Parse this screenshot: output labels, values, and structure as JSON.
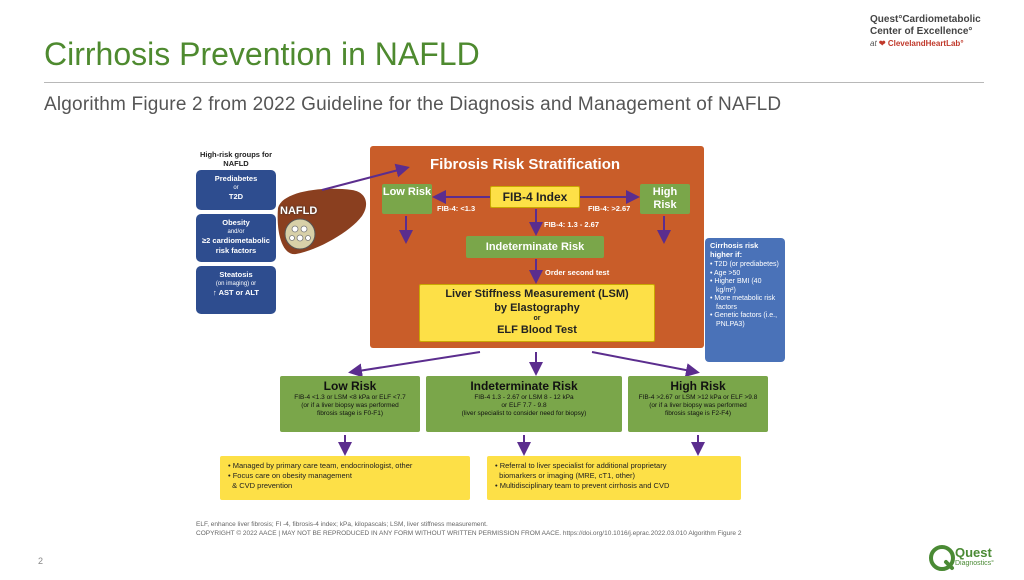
{
  "slide": {
    "title": "Cirrhosis Prevention in NAFLD",
    "subtitle": "Algorithm Figure 2 from 2022 Guideline for the Diagnosis and Management of NAFLD",
    "page_number": "2"
  },
  "brand": {
    "line1": "Quest°Cardiometabolic",
    "line2": "Center of Excellence°",
    "line3_prefix": "at",
    "line3_name": "ClevelandHeartLab°",
    "footer_logo": "Quest",
    "footer_sub": "Diagnostics°"
  },
  "high_risk_groups": {
    "title": "High-risk groups for NAFLD",
    "items": [
      {
        "main": "Prediabetes",
        "sub": "or",
        "main2": "T2D"
      },
      {
        "main": "Obesity",
        "sub": "and/or",
        "main2": "≥2 cardiometabolic risk factors"
      },
      {
        "main": "Steatosis",
        "sub": "(on imaging) or",
        "main2": "↑ AST or ALT"
      }
    ]
  },
  "nafld_label": "NAFLD",
  "stratification": {
    "title": "Fibrosis Risk Stratification",
    "low": "Low Risk",
    "high": "High Risk",
    "fib4": "FIB-4 Index",
    "low_threshold": "FIB-4: <1.3",
    "high_threshold": "FIB-4: >2.67",
    "mid_threshold": "FIB-4: 1.3 - 2.67",
    "indeterminate": "Indeterminate Risk",
    "order_second": "Order second test",
    "lsm_line1": "Liver Stiffness Measurement (LSM)",
    "lsm_line2": "by Elastography",
    "lsm_or": "or",
    "lsm_line3": "ELF Blood Test"
  },
  "cirrhosis_risk": {
    "title": "Cirrhosis risk higher if:",
    "items": [
      "• T2D (or prediabetes)",
      "• Age >50",
      "• Higher BMI (40 kg/m²)",
      "• More metabolic risk factors",
      "• Genetic factors (i.e., PNLPA3)"
    ]
  },
  "outcomes": [
    {
      "title": "Low Risk",
      "line1": "FIB-4 <1.3 or LSM <8 kPa or ELF <7.7",
      "line2": "(or if a liver biopsy was performed",
      "line3": "fibrosis stage is F0-F1)"
    },
    {
      "title": "Indeterminate Risk",
      "line1": "FIB-4 1.3 - 2.67 or LSM 8 - 12 kPa",
      "line2": "or ELF 7.7 - 9.8",
      "line3": "(liver specialist to consider need for biopsy)"
    },
    {
      "title": "High Risk",
      "line1": "FIB-4 >2.67 or LSM >12 kPa or ELF >9.8",
      "line2": "(or if a liver biopsy was performed",
      "line3": "fibrosis stage is F2-F4)"
    }
  ],
  "management": {
    "left": [
      "• Managed by primary care team, endocrinologist, other",
      "• Focus care on obesity management",
      "  & CVD prevention"
    ],
    "right": [
      "• Referral to liver specialist for additional proprietary",
      "  biomarkers or imaging (MRE, cT1, other)",
      "• Multidisciplinary team to prevent cirrhosis and CVD"
    ]
  },
  "footnote": {
    "line1": "ELF, enhance liver fibrosis; FI -4, fibrosis-4 index; kPa, kilopascals; LSM, liver stiffness measurement.",
    "line2": "COPYRIGHT © 2022 AACE | MAY NOT BE REPRODUCED IN ANY FORM WITHOUT WRITTEN PERMISSION FROM AACE. https://doi.org/10.1016/j.eprac.2022.03.010 Algorithm Figure 2"
  },
  "colors": {
    "title_green": "#4e8a2f",
    "panel_orange": "#c95d29",
    "box_green": "#7aa64a",
    "box_yellow": "#fde047",
    "group_blue": "#2e4d8f",
    "risk_blue": "#4a72b8",
    "arrow_purple": "#5b2d8e"
  }
}
